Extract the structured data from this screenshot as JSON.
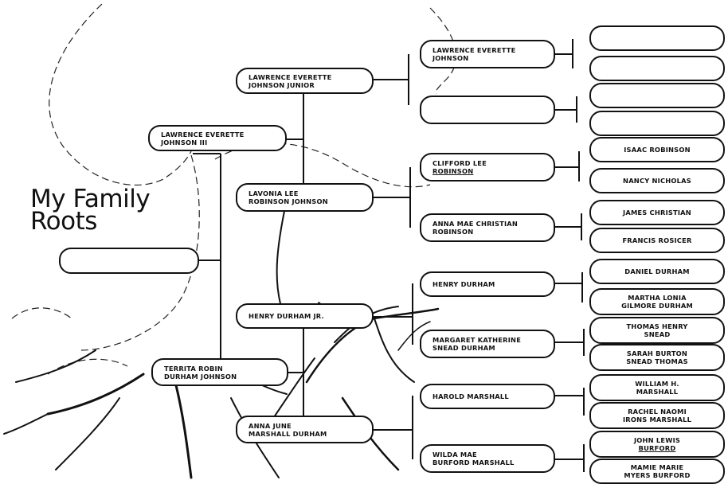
{
  "title": {
    "line1": "My Family",
    "line2": "Roots"
  },
  "self": {
    "line1": "",
    "line2": ""
  },
  "parents": {
    "father": {
      "line1": "LAWRENCE EVERETTE",
      "line2": "JOHNSON III"
    },
    "mother": {
      "line1": "TERRITA ROBIN",
      "line2": "DURHAM JOHNSON"
    }
  },
  "grandparents": {
    "paternal_grandfather": {
      "line1": "LAWRENCE EVERETTE",
      "line2": "JOHNSON JUNIOR"
    },
    "paternal_grandmother": {
      "line1": "LaVONIA LEE",
      "line2": "ROBINSON JOHNSON"
    },
    "maternal_grandfather": {
      "line1": "HENRY DURHAM JR.",
      "line2": ""
    },
    "maternal_grandmother": {
      "line1": "ANNA JUNE",
      "line2": "MARSHALL DURHAM"
    }
  },
  "great_grandparents": [
    {
      "line1": "LAWRENCE EVERETTE",
      "line2": "JOHNSON"
    },
    {
      "line1": "",
      "line2": ""
    },
    {
      "line1": "CLIFFORD LEE",
      "line2": "ROBINSON"
    },
    {
      "line1": "ANNA MAE CHRISTIAN",
      "line2": "ROBINSON"
    },
    {
      "line1": "HENRY DURHAM",
      "line2": ""
    },
    {
      "line1": "MARGARET KATHERINE",
      "line2": "SNEAD DURHAM"
    },
    {
      "line1": "HAROLD MARSHALL",
      "line2": ""
    },
    {
      "line1": "WILDA MAE",
      "line2": "BURFORD MARSHALL"
    }
  ],
  "great_great_grandparents": [
    {
      "line1": "",
      "line2": ""
    },
    {
      "line1": "",
      "line2": ""
    },
    {
      "line1": "",
      "line2": ""
    },
    {
      "line1": "",
      "line2": ""
    },
    {
      "line1": "ISAAC ROBINSON",
      "line2": ""
    },
    {
      "line1": "NANCY NICHOLAS",
      "line2": ""
    },
    {
      "line1": "JAMES CHRISTIAN",
      "line2": ""
    },
    {
      "line1": "FRANCIS ROSICER",
      "line2": ""
    },
    {
      "line1": "DANIEL DURHAM",
      "line2": ""
    },
    {
      "line1": "MARTHA LONIA",
      "line2": "GILMORE DURHAM"
    },
    {
      "line1": "THOMAS HENRY",
      "line2": "SNEAD"
    },
    {
      "line1": "SARAH BURTON",
      "line2": "SNEAD THOMAS"
    },
    {
      "line1": "WILLIAM H.",
      "line2": "MARSHALL"
    },
    {
      "line1": "RACHEL NAOMI",
      "line2": "IRONS MARSHALL"
    },
    {
      "line1": "JOHN LEWIS",
      "line2": "BURFORD"
    },
    {
      "line1": "MAMIE MARIE",
      "line2": "MYERS BURFORD"
    }
  ]
}
